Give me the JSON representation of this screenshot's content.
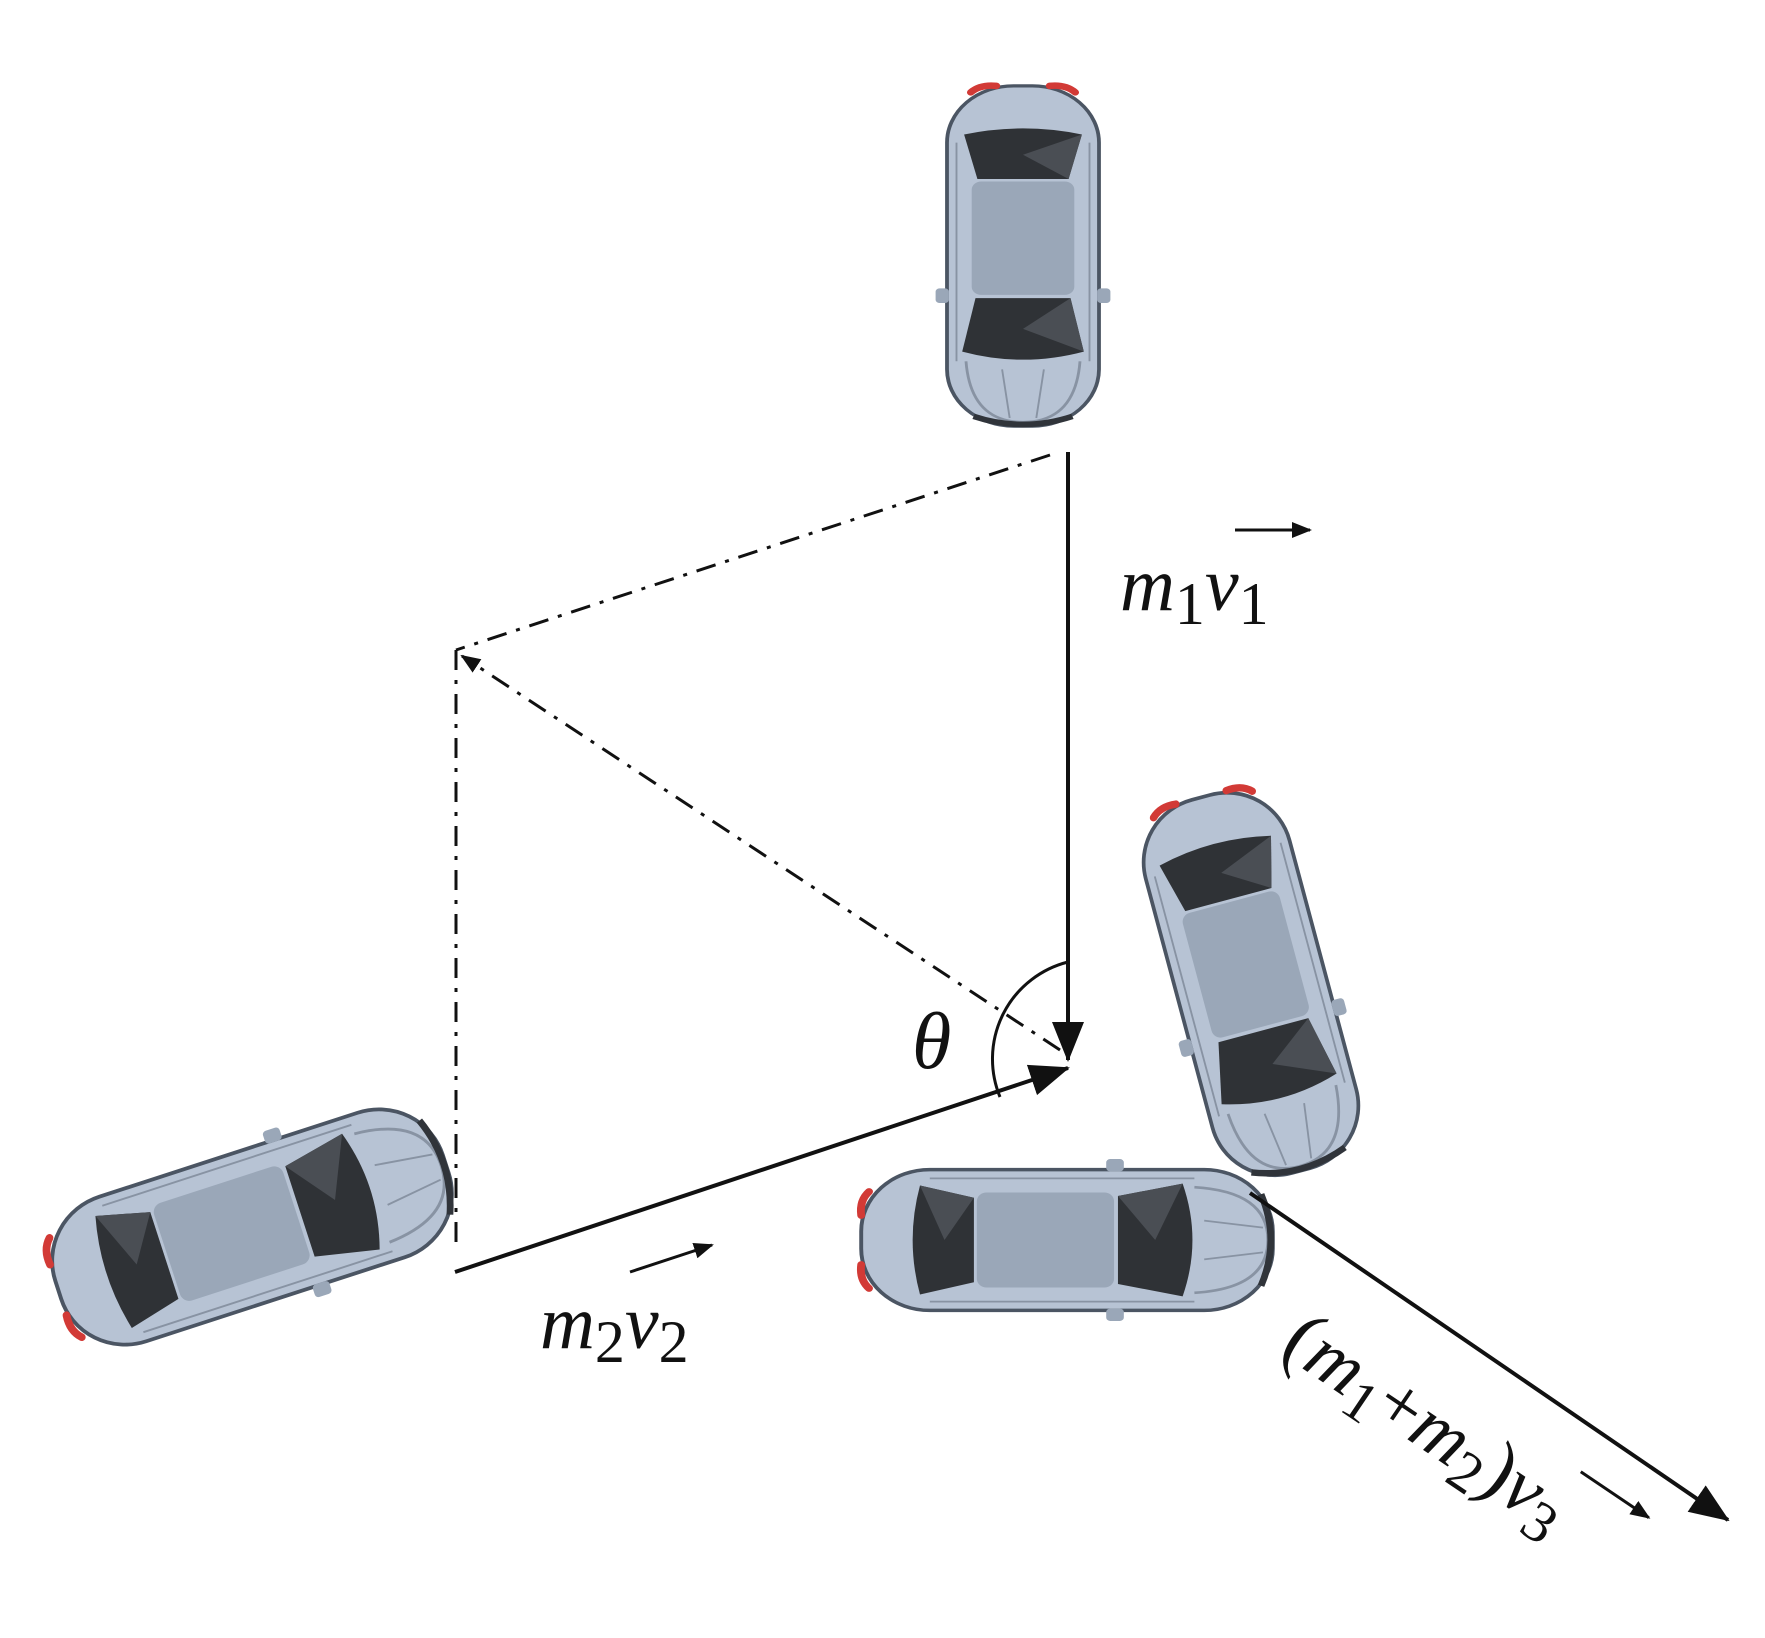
{
  "diagram": {
    "labels": {
      "m1v1": {
        "base": "m",
        "base_sub": "1",
        "vec": "v",
        "vec_sub": "1"
      },
      "m2v2": {
        "base": "m",
        "base_sub": "2",
        "vec": "v",
        "vec_sub": "2"
      },
      "theta": "θ",
      "m1m2v3": {
        "open": "(",
        "m1": "m",
        "m1_sub": "1",
        "plus": "+",
        "m2": "m",
        "m2_sub": "2",
        "close": ")",
        "vec": "v",
        "vec_sub": "3"
      }
    },
    "colors": {
      "car_body": "#b7c3d4",
      "car_roof": "#9aa7b8",
      "car_glass": "#2f3236",
      "car_outline": "#4b5563",
      "tail_light": "#d23a36",
      "arrow": "#111111"
    }
  }
}
